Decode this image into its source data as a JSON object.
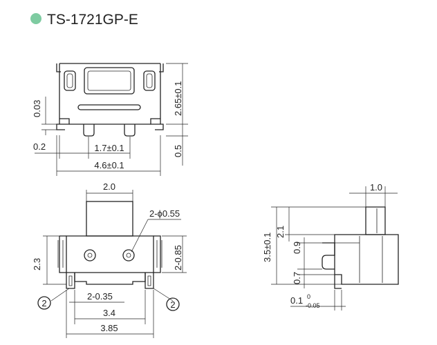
{
  "header": {
    "title": "TS-1721GP-E",
    "bullet_color": "#7ecba1"
  },
  "top_view": {
    "dim_0_03": "0.03",
    "dim_height": "2.65±0.1",
    "dim_0_2": "0.2",
    "dim_pitch": "1.7±0.1",
    "dim_0_5": "0.5",
    "dim_width": "4.6±0.1"
  },
  "front_view": {
    "dim_2_0": "2.0",
    "dim_hole": "2-ϕ0.55",
    "dim_2_3": "2.3",
    "dim_0_85": "2-0.85",
    "dim_0_35": "2-0.35",
    "dim_3_4": "3.4",
    "dim_3_85": "3.85",
    "callout": "2"
  },
  "side_view": {
    "dim_1_0": "1.0",
    "dim_3_5": "3.5±0.1",
    "dim_2_1": "2.1",
    "dim_0_9": "0.9",
    "dim_0_7": "0.7",
    "dim_0_1_base": "0.1",
    "dim_0_1_upper": "0",
    "dim_0_1_lower": "-0.05"
  }
}
